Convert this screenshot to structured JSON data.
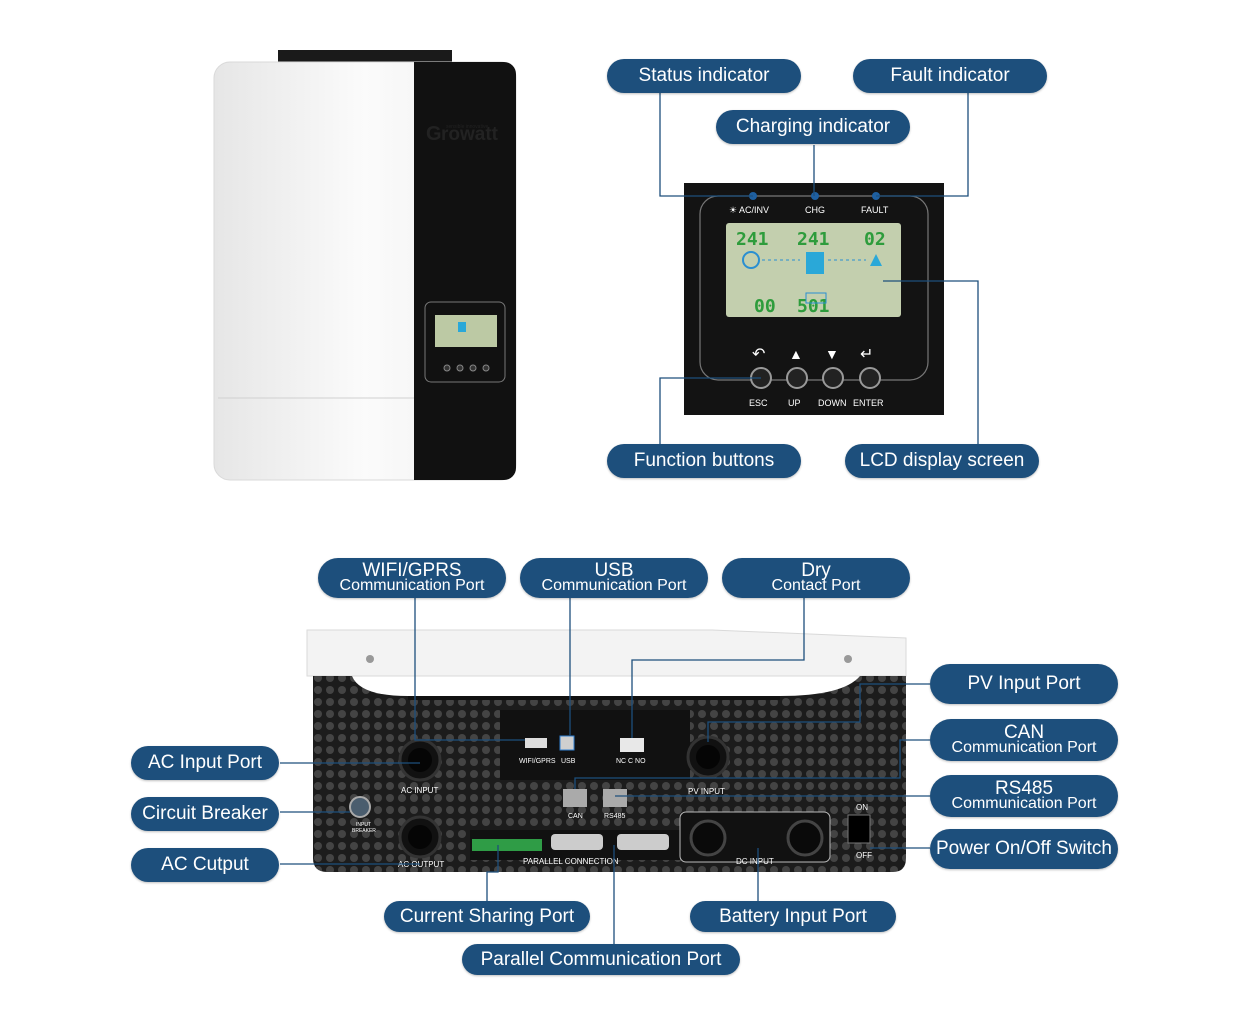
{
  "brand": "Growatt",
  "brand_tagline": "sensible innovative",
  "callouts": {
    "status": "Status indicator",
    "fault": "Fault indicator",
    "charging": "Charging indicator",
    "function_buttons": "Function buttons",
    "lcd_screen": "LCD display screen",
    "wifi_line1": "WIFI/GPRS",
    "wifi_line2": "Communication Port",
    "usb_line1": "USB",
    "usb_line2": "Communication Port",
    "dry_line1": "Dry",
    "dry_line2": "Contact Port",
    "pv_input": "PV Input Port",
    "can_line1": "CAN",
    "can_line2": "Communication Port",
    "rs485_line1": "RS485",
    "rs485_line2": "Communication Port",
    "power_switch": "Power On/Off Switch",
    "ac_input": "AC Input Port",
    "circuit_breaker": "Circuit Breaker",
    "ac_output": "AC Cutput",
    "current_sharing": "Current Sharing Port",
    "battery_input": "Battery Input Port",
    "parallel_comm": "Parallel Communication Port"
  },
  "panel": {
    "led_ac_inv": "AC/INV",
    "led_chg": "CHG",
    "led_fault": "FAULT",
    "lcd_top_left": "241",
    "lcd_top_mid": "241",
    "lcd_top_right": "02",
    "lcd_bottom_left": "00",
    "lcd_bottom_mid": "501",
    "btn_esc": "ESC",
    "btn_up": "UP",
    "btn_down": "DOWN",
    "btn_enter": "ENTER"
  },
  "rear": {
    "wifi_gprs": "WIFI/GPRS",
    "usb": "USB",
    "nc_c_no": "NC C NO",
    "ac_input": "AC INPUT",
    "pv_input": "PV INPUT",
    "can": "CAN",
    "rs485": "RS485",
    "input_breaker_1": "INPUT",
    "input_breaker_2": "BREAKER",
    "ac_output": "AC OUTPUT",
    "parallel_connection": "PARALLEL CONNECTION",
    "dc_input": "DC INPUT",
    "on": "ON",
    "off": "OFF"
  },
  "colors": {
    "callout_blue": "#1d4f7c",
    "lcd_green": "#2e9c3c",
    "accent_blue": "#2f7fd1"
  }
}
